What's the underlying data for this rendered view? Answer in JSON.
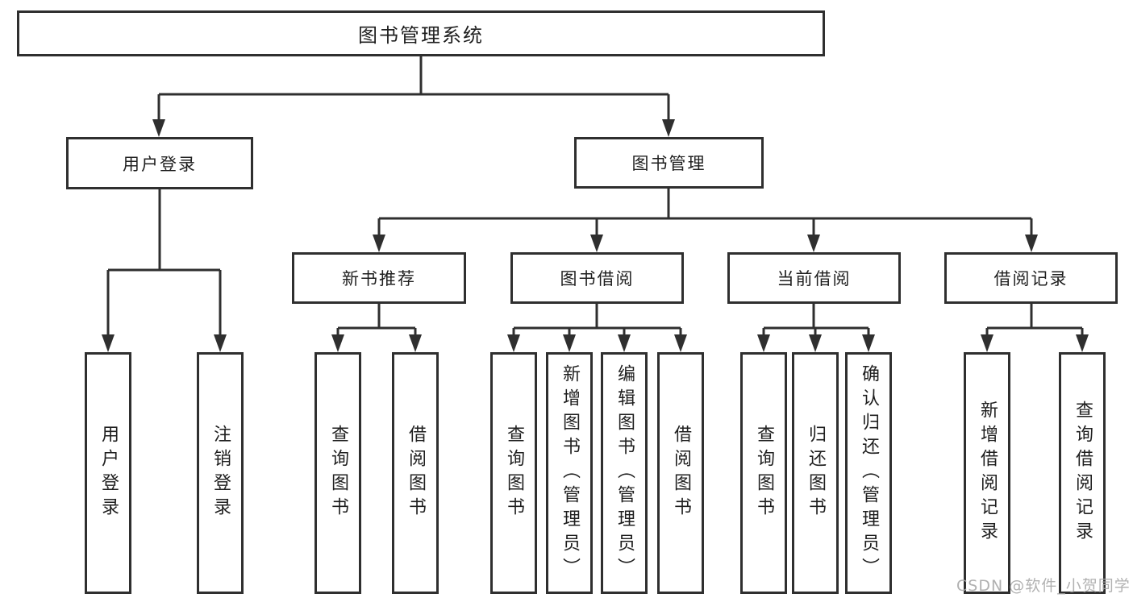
{
  "colors": {
    "line": "#2f2f2f",
    "box_border": "#2f2f2f",
    "box_background": "#ffffff",
    "text": "#1f1f1f",
    "watermark": "#a8a8a8"
  },
  "diagram": {
    "root": {
      "label": "图书管理系统"
    },
    "level2": [
      {
        "id": "user-login",
        "label": "用户登录"
      },
      {
        "id": "book-management",
        "label": "图书管理"
      }
    ],
    "level3": [
      {
        "id": "new-book-recommend",
        "label": "新书推荐",
        "parent": "图书管理"
      },
      {
        "id": "book-borrow",
        "label": "图书借阅",
        "parent": "图书管理"
      },
      {
        "id": "current-borrow",
        "label": "当前借阅",
        "parent": "图书管理"
      },
      {
        "id": "borrow-record",
        "label": "借阅记录",
        "parent": "图书管理"
      }
    ],
    "leaves": [
      {
        "label": "用户登录",
        "parent": "用户登录"
      },
      {
        "label": "注销登录",
        "parent": "用户登录"
      },
      {
        "label": "查询图书",
        "parent": "新书推荐"
      },
      {
        "label": "借阅图书",
        "parent": "新书推荐"
      },
      {
        "label": "查询图书",
        "parent": "图书借阅"
      },
      {
        "label": "新增图书（管理员）",
        "parent": "图书借阅"
      },
      {
        "label": "编辑图书（管理员）",
        "parent": "图书借阅"
      },
      {
        "label": "借阅图书",
        "parent": "图书借阅"
      },
      {
        "label": "查询图书",
        "parent": "当前借阅"
      },
      {
        "label": "归还图书",
        "parent": "当前借阅"
      },
      {
        "label": "确认归还（管理员）",
        "parent": "当前借阅"
      },
      {
        "label": "新增借阅记录",
        "parent": "借阅记录"
      },
      {
        "label": "查询借阅记录",
        "parent": "借阅记录"
      }
    ]
  },
  "watermark": {
    "text": "CSDN @软件_小贺同学"
  }
}
